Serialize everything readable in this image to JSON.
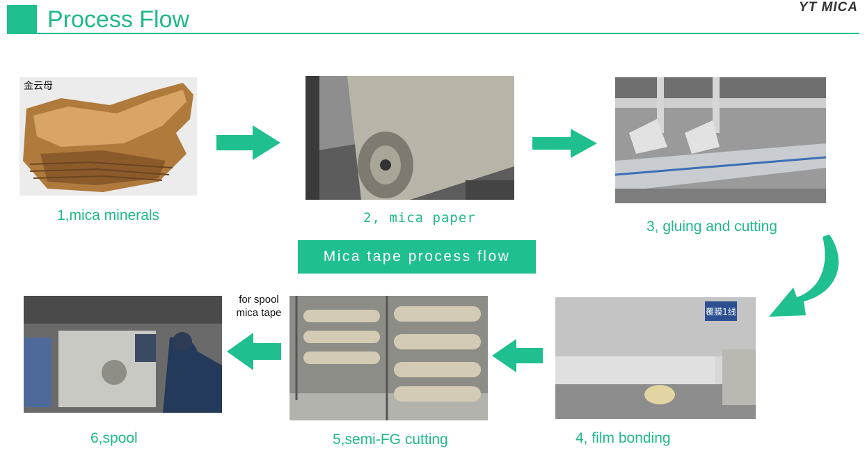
{
  "header": {
    "title": "Process Flow",
    "brand": "YT MICA"
  },
  "banner": {
    "text": "Mica tape process flow"
  },
  "steps": [
    {
      "caption": "1,mica minerals",
      "photo_label": "金云母"
    },
    {
      "caption": "2, mica paper"
    },
    {
      "caption": "3, gluing and cutting"
    },
    {
      "caption": "4, film bonding",
      "photo_sign": "覆膜1线"
    },
    {
      "caption": "5,semi-FG cutting"
    },
    {
      "caption": "6,spool"
    }
  ],
  "note": {
    "line1": "for spool",
    "line2": "mica tape"
  },
  "colors": {
    "accent": "#1fbf8f",
    "caption": "#1fb98a"
  }
}
